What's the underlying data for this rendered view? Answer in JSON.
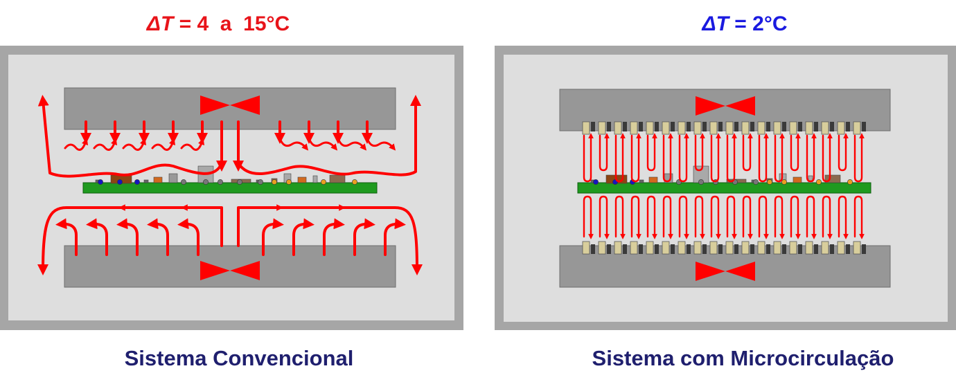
{
  "left": {
    "delta_symbol": "Δ",
    "delta_variable": "T",
    "delta_rest": " = 4  a  15°C",
    "caption": "Sistema Convencional",
    "title_color": "#e8141a"
  },
  "right": {
    "delta_symbol": "Δ",
    "delta_variable": "T",
    "delta_rest": " = 2°C",
    "caption": "Sistema com Microcirculação",
    "title_color": "#1a1ae0"
  },
  "colors": {
    "frame": "#a6a6a6",
    "chamber": "#dedede",
    "heater": "#979797",
    "board": "#1f9a1f",
    "flow": "#ff0000",
    "caption": "#1f1f6e"
  }
}
